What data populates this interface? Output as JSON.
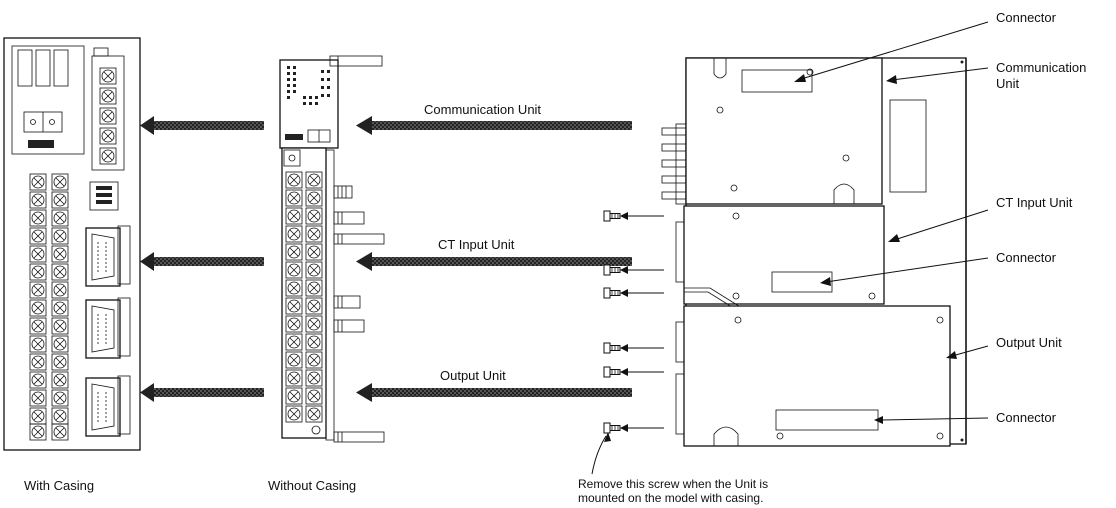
{
  "labels": {
    "connector_top": "Connector",
    "communication_unit": "Communication Unit",
    "ct_input_unit": "CT Input Unit",
    "connector_mid": "Connector",
    "output_unit": "Output Unit",
    "connector_bottom": "Connector",
    "arrow_communication": "Communication Unit",
    "arrow_ct_input": "CT Input  Unit",
    "arrow_output": "Output Unit",
    "caption_with_casing": "With Casing",
    "caption_without_casing": "Without Casing",
    "note_line1": "Remove this screw when the Unit is",
    "note_line2": "mounted on the model with casing."
  },
  "labels_split": {
    "communication_unit_line1": "Communication",
    "communication_unit_line2": "Unit"
  },
  "colors": {
    "line": "#111111",
    "arrow_fill": "#2b2b2b",
    "background": "#ffffff"
  }
}
